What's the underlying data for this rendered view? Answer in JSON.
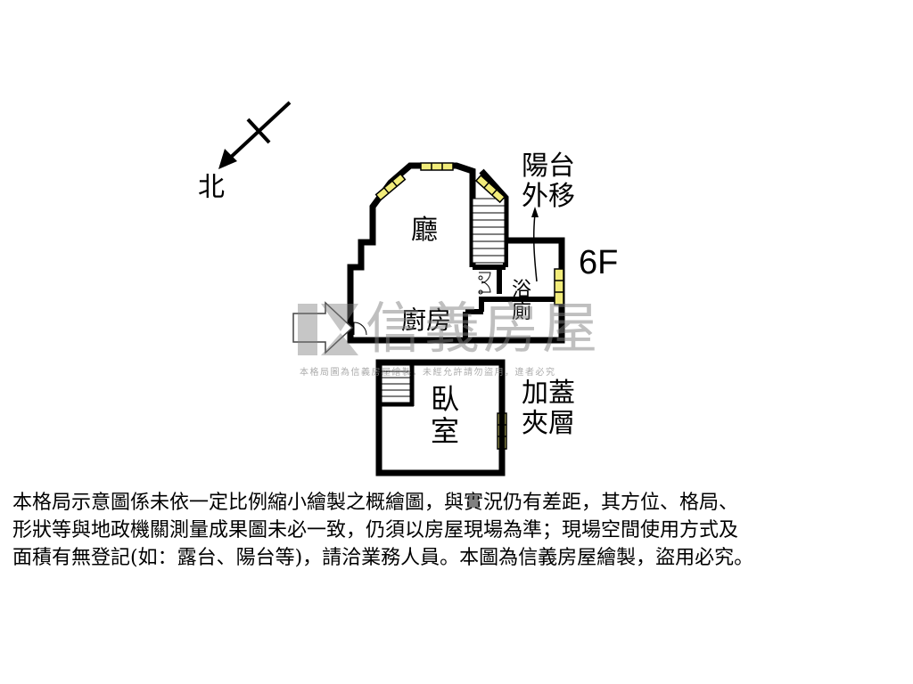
{
  "compass": {
    "label": "北"
  },
  "floor": {
    "label": "6F"
  },
  "rooms": {
    "living": "廳",
    "kitchen": "廚房",
    "bath_1": "浴",
    "bath_2": "廁",
    "bedroom_1": "臥",
    "bedroom_2": "室"
  },
  "notes": {
    "balcony_1": "陽台",
    "balcony_2": "外移",
    "mezzanine_1": "加蓋",
    "mezzanine_2": "夾層"
  },
  "watermark": {
    "brand": "信義房屋",
    "caption": "本格局圖為信義房屋繪製，未經允許請勿盜用，違者必究"
  },
  "disclaimer": {
    "line1": "本格局示意圖係未依一定比例縮小繪製之概繪圖，與實況仍有差距，其方位、格局、",
    "line2": "形狀等與地政機關測量成果圖未必一致，仍須以房屋現場為準；現場空間使用方式及",
    "line3": "面積有無登記(如：露台、陽台等)，請洽業務人員。本圖為信義房屋繪製，盜用必究。"
  },
  "colors": {
    "wall": "#000000",
    "window": "#f2ec7a",
    "watermark": "#9a9a9a"
  }
}
